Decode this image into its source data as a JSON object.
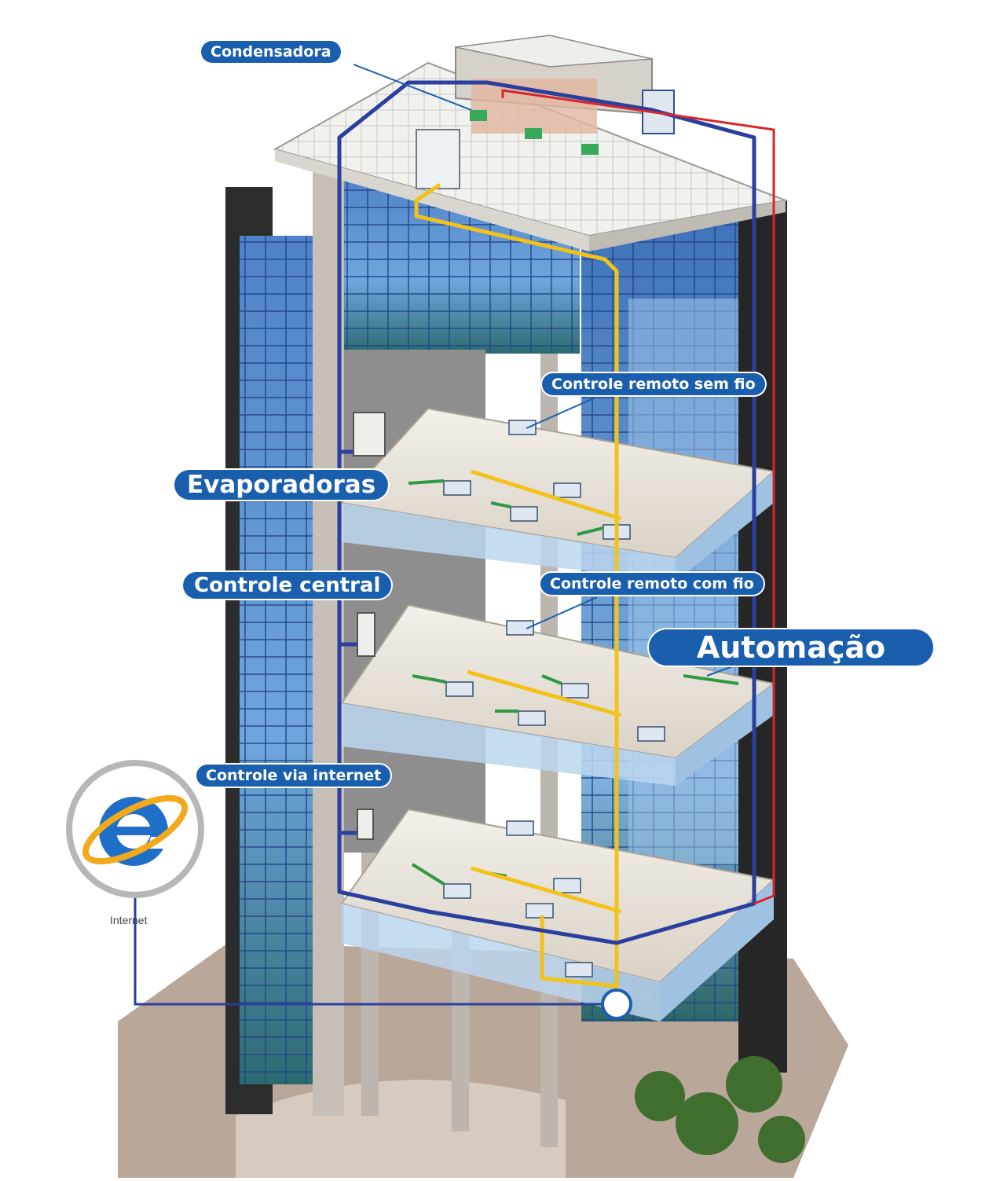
{
  "labels": {
    "condensadora": "Condensadora",
    "remote_wireless": "Controle remoto sem fio",
    "evaporadoras": "Evaporadoras",
    "central_control": "Controle central",
    "remote_wired": "Controle remoto com fio",
    "automacao": "Automação",
    "internet_control": "Controle via internet"
  },
  "internet_icon": {
    "icon": "internet-explorer-icon",
    "caption": "Internet"
  },
  "colors": {
    "label_blue": "#1a5fae",
    "pipe_blue": "#2a3f9e",
    "pipe_yellow": "#f2c21b",
    "pipe_red": "#d6262b",
    "pipe_green": "#2f9a46",
    "glass": "#5d8fd0",
    "stone": "#c9c3bd"
  }
}
